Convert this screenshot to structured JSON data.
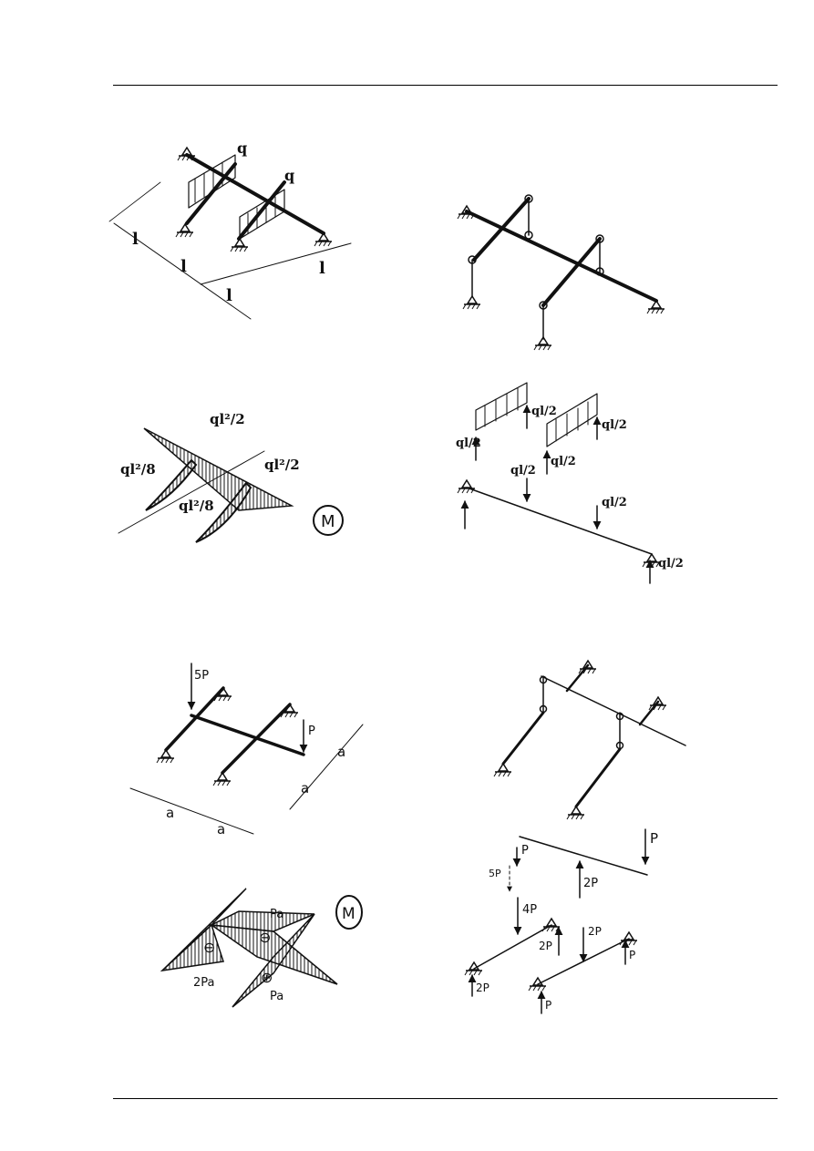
{
  "fig1": {
    "load": [
      "q",
      "q"
    ],
    "dims": [
      "l",
      "l",
      "l",
      "l"
    ]
  },
  "fig3": {
    "moment": [
      "ql²/2",
      "ql²/2",
      "ql²/8",
      "ql²/8"
    ],
    "badge": "M"
  },
  "fig4": {
    "reactions": [
      "ql/2",
      "ql/2",
      "ql/2",
      "ql/2",
      "ql/2",
      "ql/2",
      "ql/2"
    ]
  },
  "fig5": {
    "loads": [
      "5P",
      "P"
    ],
    "dims": [
      "a",
      "a",
      "a",
      "a"
    ]
  },
  "fig7": {
    "moment": [
      "Pa",
      "2Pa",
      "Pa"
    ],
    "signs": [
      "⊖",
      "⊖",
      "⊕"
    ],
    "badge": "M"
  },
  "fig8": {
    "forces": [
      "P",
      "5P",
      "P",
      "2P",
      "4P",
      "2P",
      "2P",
      "P",
      "2P",
      "P"
    ]
  },
  "colors": {
    "ink": "#111111",
    "paper": "#ffffff"
  }
}
